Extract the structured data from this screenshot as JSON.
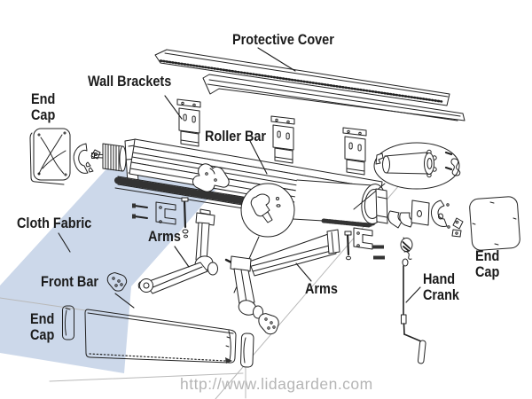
{
  "diagram": {
    "type": "exploded-parts-diagram",
    "subject": "retractable-awning",
    "labels": {
      "protective_cover": "Protective Cover",
      "wall_brackets": "Wall Brackets",
      "end_cap_top_left": {
        "line1": "End",
        "line2": "Cap"
      },
      "roller_bar": "Roller Bar",
      "cloth_fabric": "Cloth Fabric",
      "arms_left": "Arms",
      "front_bar": "Front Bar",
      "end_cap_bottom_left": {
        "line1": "End",
        "line2": "Cap"
      },
      "arms_right": "Arms",
      "hand_crank": {
        "line1": "Hand",
        "line2": "Crank"
      },
      "end_cap_right": {
        "line1": "End",
        "line2": "Cap"
      }
    },
    "watermark": "http://www.lidagarden.com",
    "colors": {
      "background": "#ffffff",
      "line_art": "#222222",
      "label_text": "#1b1b1b",
      "fabric_fill": "#ccd8ea",
      "guide_line": "#b9b9b9",
      "watermark_text": "#b5b5b5"
    }
  }
}
